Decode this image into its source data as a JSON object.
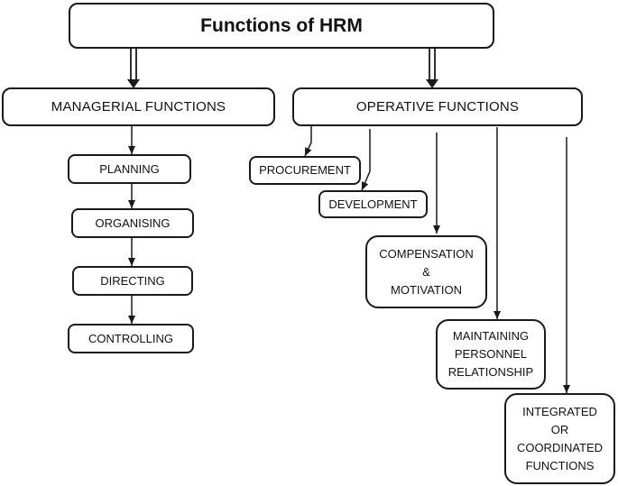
{
  "title": "Functions of HRM",
  "managerial": {
    "label": "MANAGERIAL FUNCTIONS",
    "items": [
      "PLANNING",
      "ORGANISING",
      "DIRECTING",
      "CONTROLLING"
    ]
  },
  "operative": {
    "label": "OPERATIVE FUNCTIONS",
    "items": [
      {
        "lines": [
          "PROCUREMENT"
        ]
      },
      {
        "lines": [
          "DEVELOPMENT"
        ]
      },
      {
        "lines": [
          "COMPENSATION",
          "&",
          "MOTIVATION"
        ]
      },
      {
        "lines": [
          "MAINTAINING",
          "PERSONNEL",
          "RELATIONSHIP"
        ]
      },
      {
        "lines": [
          "INTEGRATED",
          "OR",
          "COORDINATED",
          "FUNCTIONS"
        ]
      }
    ]
  }
}
